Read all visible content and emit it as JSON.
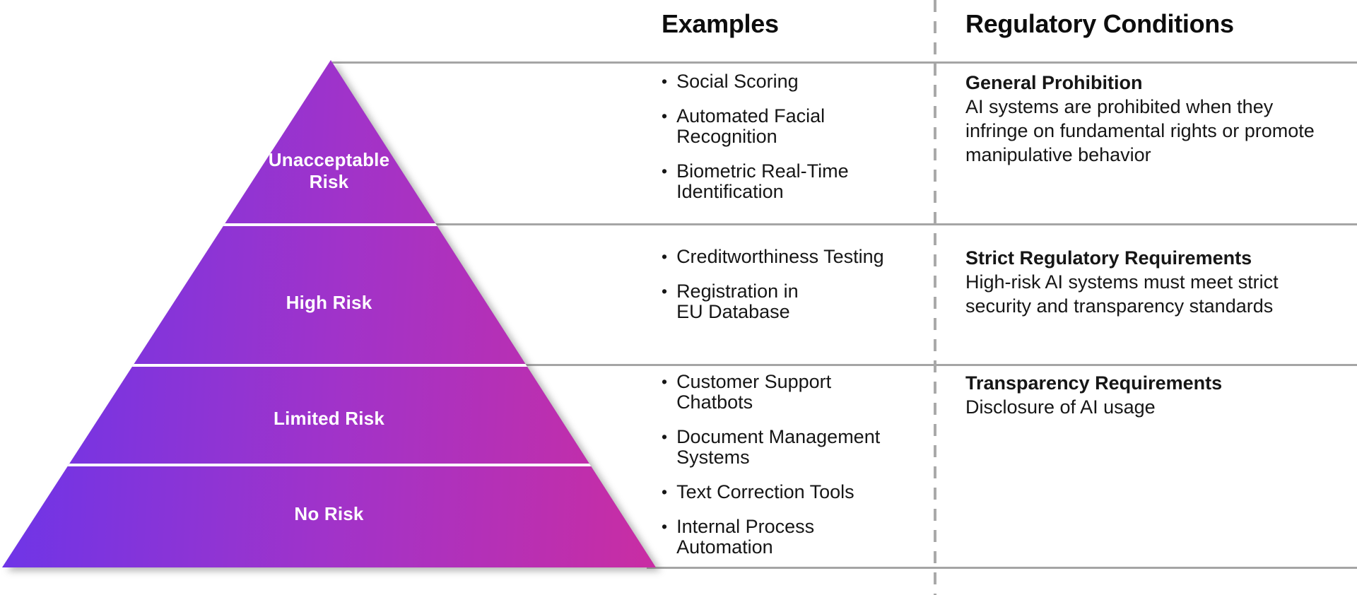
{
  "ui": {
    "bullet": "•",
    "divider_color": "#a5a5a5",
    "pyramid_gradient": [
      "#6b35e9",
      "#a133c9",
      "#c92da3"
    ],
    "separator_color": "#ffffff"
  },
  "headers": {
    "examples": "Examples",
    "regulatory": "Regulatory Conditions"
  },
  "pyramid": {
    "levels": [
      {
        "label": "Unacceptable\nRisk"
      },
      {
        "label": "High Risk"
      },
      {
        "label": "Limited Risk"
      },
      {
        "label": "No Risk"
      }
    ]
  },
  "rows": [
    {
      "examples": [
        "Social Scoring",
        "Automated Facial\nRecognition",
        "Biometric Real-Time\nIdentification"
      ],
      "regulatory_title": "General Prohibition",
      "regulatory_body": "AI systems are prohibited when they\ninfringe on fundamental rights or promote\nmanipulative behavior"
    },
    {
      "examples": [
        "Creditworthiness Testing",
        "Registration in\nEU Database"
      ],
      "regulatory_title": "Strict Regulatory Requirements",
      "regulatory_body": "High-risk AI systems must meet strict\nsecurity and transparency standards"
    },
    {
      "examples": [
        "Customer Support\nChatbots",
        "Document Management\nSystems",
        "Text Correction Tools",
        "Internal Process\nAutomation"
      ],
      "regulatory_title": "Transparency Requirements",
      "regulatory_body": "Disclosure of AI usage"
    }
  ]
}
